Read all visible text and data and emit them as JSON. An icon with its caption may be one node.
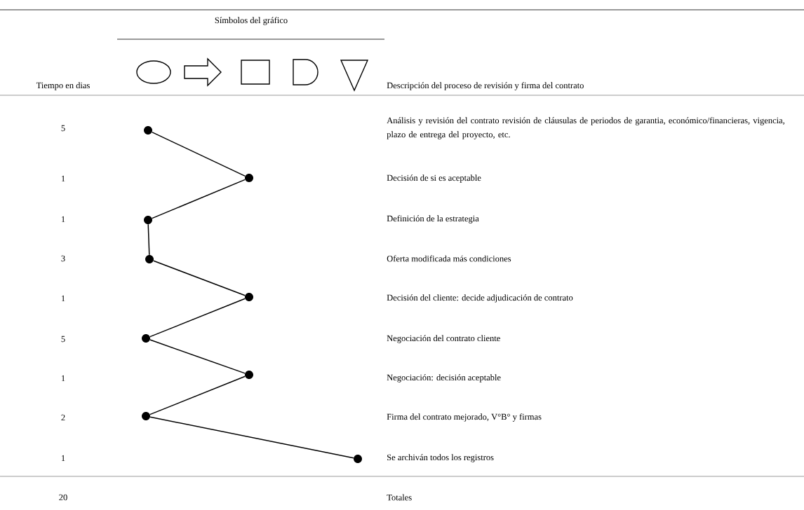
{
  "diagram": {
    "nodes": [
      {
        "text": [],
        "shape": "circle"
      },
      {
        "text": [],
        "shape": "circle"
      },
      {
        "text": [],
        "shape": "circle"
      },
      {
        "text": [],
        "shape": "circle"
      },
      {
        "text": [],
        "shape": "circle"
      },
      {
        "text": [],
        "shape": "circle"
      },
      {
        "text": [],
        "shape": "circle"
      },
      {
        "text": [],
        "shape": "circle"
      },
      {
        "text": [],
        "shape": "circle"
      }
    ],
    "edges": [
      {
        "from": 0,
        "to": 1,
        "arrow": "none"
      },
      {
        "from": 1,
        "to": 2,
        "arrow": "none"
      },
      {
        "from": 2,
        "to": 3,
        "arrow": "none"
      },
      {
        "from": 3,
        "to": 4,
        "arrow": "none"
      },
      {
        "from": 4,
        "to": 5,
        "arrow": "none"
      },
      {
        "from": 5,
        "to": 6,
        "arrow": "none"
      },
      {
        "from": 6,
        "to": 7,
        "arrow": "none"
      },
      {
        "from": 7,
        "to": 8,
        "arrow": "none"
      }
    ],
    "labels": [
      "Símbolos del gráfico",
      "Tiempo en dias",
      "Descripción del proceso de revisión y firma del contrato",
      "5",
      "Análisis y revisión del contrato revisión de cláusulas de periodos de garantia, económico/financieras, vigencia, plazo de entrega del proyecto, etc.",
      "1",
      "Decisión de si es aceptable",
      "1",
      "Definición de la estrategia",
      "3",
      "Oferta modificada más condiciones",
      "1",
      "Decisión del cliente: decide adjudicación de contrato",
      "5",
      "Negociación del contrato cliente",
      "1",
      "Negociación: decisión aceptable",
      "2",
      "Firma del contrato mejorado, V°B° y firmas",
      "1",
      "Se archiván todos los registros",
      "20",
      "Totales"
    ]
  }
}
